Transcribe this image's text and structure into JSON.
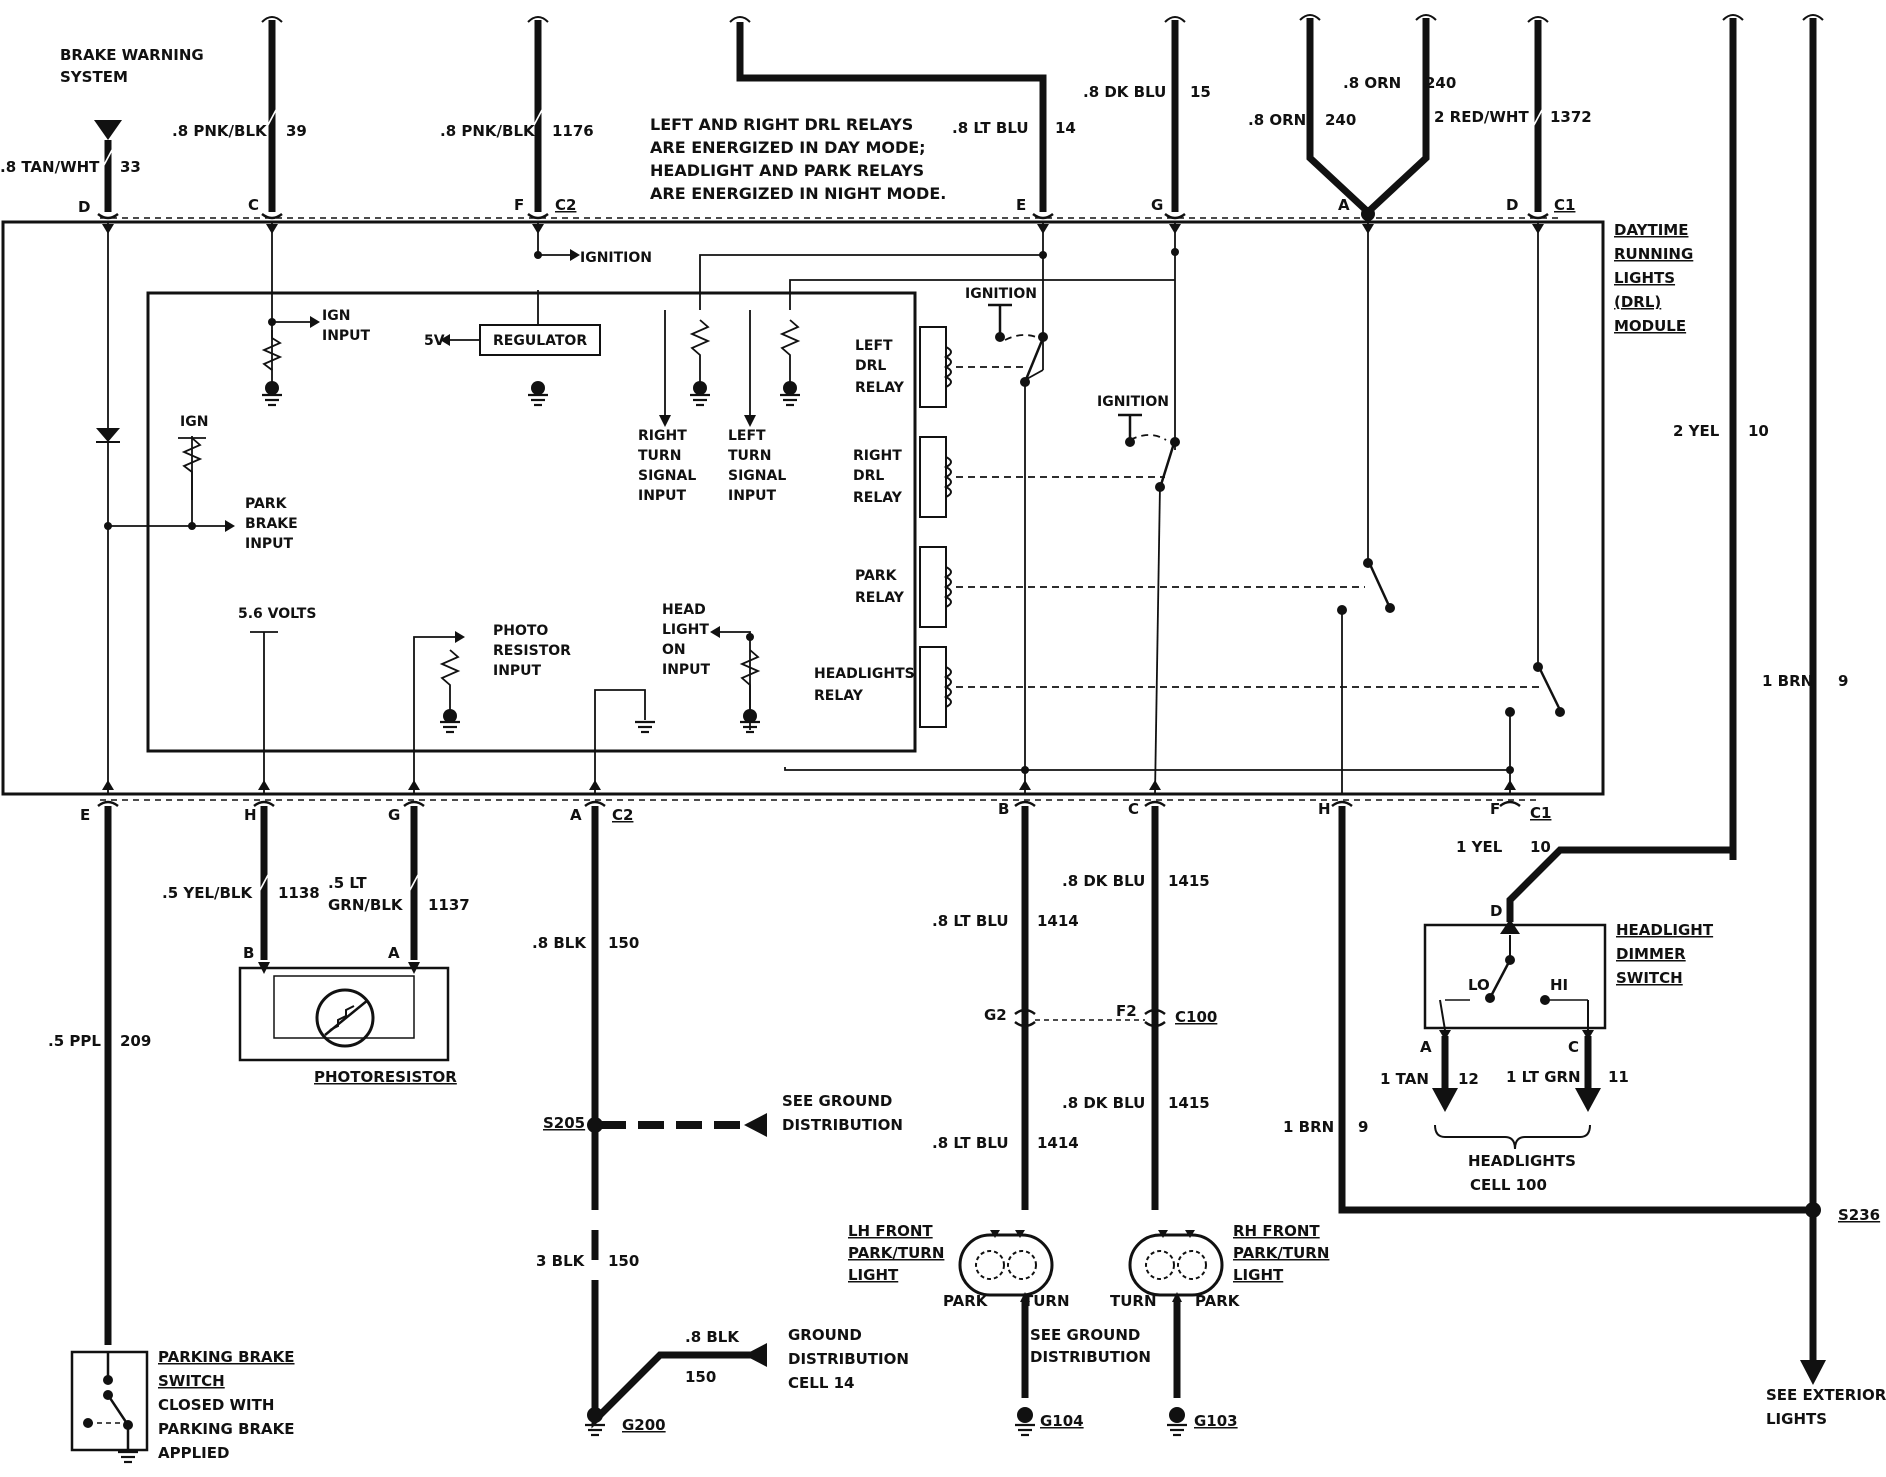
{
  "title_block": {
    "brake_warning": [
      "BRAKE WARNING",
      "SYSTEM"
    ],
    "module_label": [
      "DAYTIME",
      "RUNNING",
      "LIGHTS",
      "(DRL)",
      "MODULE"
    ],
    "relay_note": [
      "LEFT AND RIGHT DRL RELAYS",
      "ARE ENERGIZED IN DAY MODE;",
      "HEADLIGHT AND PARK RELAYS",
      "ARE ENERGIZED IN NIGHT MODE."
    ]
  },
  "top_wires": [
    {
      "pin": "D",
      "color": ".8 TAN/WHT",
      "circuit": "33"
    },
    {
      "pin": "C",
      "color": ".8 PNK/BLK",
      "circuit": "39"
    },
    {
      "pin": "F",
      "color": ".8 PNK/BLK",
      "circuit": "1176",
      "connector": "C2"
    },
    {
      "pin": "E",
      "color": ".8 LT BLU",
      "circuit": "14"
    },
    {
      "pin": "G",
      "color": ".8 DK BLU",
      "circuit": "15"
    },
    {
      "pin": "A",
      "color_a": ".8 ORN",
      "circuit_a": "240",
      "color_b": ".8 ORN",
      "circuit_b": "240"
    },
    {
      "pin": "D",
      "color": "2 RED/WHT",
      "circuit": "1372",
      "connector": "C1"
    }
  ],
  "internal": {
    "ignition_top": "IGNITION",
    "ign_input": [
      "IGN",
      "INPUT"
    ],
    "regulator": "REGULATOR",
    "five_v": "5V",
    "ign": "IGN",
    "park_brake_input": [
      "PARK",
      "BRAKE",
      "INPUT"
    ],
    "five_six_volts": "5.6 VOLTS",
    "photo_resistor_input": [
      "PHOTO",
      "RESISTOR",
      "INPUT"
    ],
    "right_turn_input": [
      "RIGHT",
      "TURN",
      "SIGNAL",
      "INPUT"
    ],
    "left_turn_input": [
      "LEFT",
      "TURN",
      "SIGNAL",
      "INPUT"
    ],
    "headlight_on_input": [
      "HEAD",
      "LIGHT",
      "ON",
      "INPUT"
    ],
    "left_drl_relay": [
      "LEFT",
      "DRL",
      "RELAY"
    ],
    "right_drl_relay": [
      "RIGHT",
      "DRL",
      "RELAY"
    ],
    "park_relay": [
      "PARK",
      "RELAY"
    ],
    "headlights_relay": [
      "HEADLIGHTS",
      "RELAY"
    ],
    "ignition_1": "IGNITION",
    "ignition_2": "IGNITION"
  },
  "bottom_wires": {
    "E": {
      "pin": "E",
      "color": ".5 PPL",
      "circuit": "209"
    },
    "H": {
      "pin": "H",
      "color": ".5 YEL/BLK",
      "circuit": "1138"
    },
    "G": {
      "pin": "G",
      "color": [
        ".5 LT",
        "GRN/BLK"
      ],
      "circuit": "1137"
    },
    "A": {
      "pin": "A",
      "connector": "C2",
      "color": ".8 BLK",
      "circuit": "150",
      "color2": "3 BLK",
      "circuit2": "150"
    },
    "B": {
      "pin": "B",
      "color": ".8 LT BLU",
      "circuit": "1414",
      "color2": ".8 LT BLU",
      "circuit2": "1414",
      "junction": "G2"
    },
    "C": {
      "pin": "C",
      "color": ".8 DK BLU",
      "circuit": "1415",
      "color2": ".8 DK BLU",
      "circuit2": "1415",
      "junction": "F2",
      "connector": "C100"
    },
    "Hr": {
      "pin": "H",
      "color": "1 BRN",
      "circuit": "9"
    },
    "F": {
      "pin": "F",
      "connector": "C1",
      "color": "1 YEL",
      "circuit": "10"
    }
  },
  "right_side": {
    "yel_color": "2 YEL",
    "yel_circuit": "10",
    "brn_color": "1 BRN",
    "brn_circuit": "9",
    "splice": "S236",
    "see_exterior": [
      "SEE EXTERIOR",
      "LIGHTS"
    ]
  },
  "dimmer": {
    "pin_d": "D",
    "label": [
      "HEADLIGHT",
      "DIMMER",
      "SWITCH"
    ],
    "lo": "LO",
    "hi": "HI",
    "pin_a": "A",
    "pin_c": "C",
    "tan_color": "1 TAN",
    "tan_circuit": "12",
    "grn_color": "1 LT GRN",
    "grn_circuit": "11",
    "headlights": [
      "HEADLIGHTS",
      "CELL 100"
    ]
  },
  "photoresistor": {
    "pin_b": "B",
    "pin_a": "A",
    "label": "PHOTORESISTOR"
  },
  "ground": {
    "s205": "S205",
    "see_ground": [
      "SEE GROUND",
      "DISTRIBUTION"
    ],
    "g200": "G200",
    "gd_color": ".8 BLK",
    "gd_circuit": "150",
    "ground_dist": [
      "GROUND",
      "DISTRIBUTION",
      "CELL 14"
    ]
  },
  "lamps": {
    "lh": [
      "LH FRONT",
      "PARK/TURN",
      "LIGHT"
    ],
    "rh": [
      "RH FRONT",
      "PARK/TURN",
      "LIGHT"
    ],
    "park": "PARK",
    "turn": "TURN",
    "see_ground": [
      "SEE GROUND",
      "DISTRIBUTION"
    ],
    "g104": "G104",
    "g103": "G103"
  },
  "parking_brake_switch": [
    "PARKING BRAKE",
    "SWITCH",
    "CLOSED WITH",
    "PARKING BRAKE",
    "APPLIED"
  ]
}
